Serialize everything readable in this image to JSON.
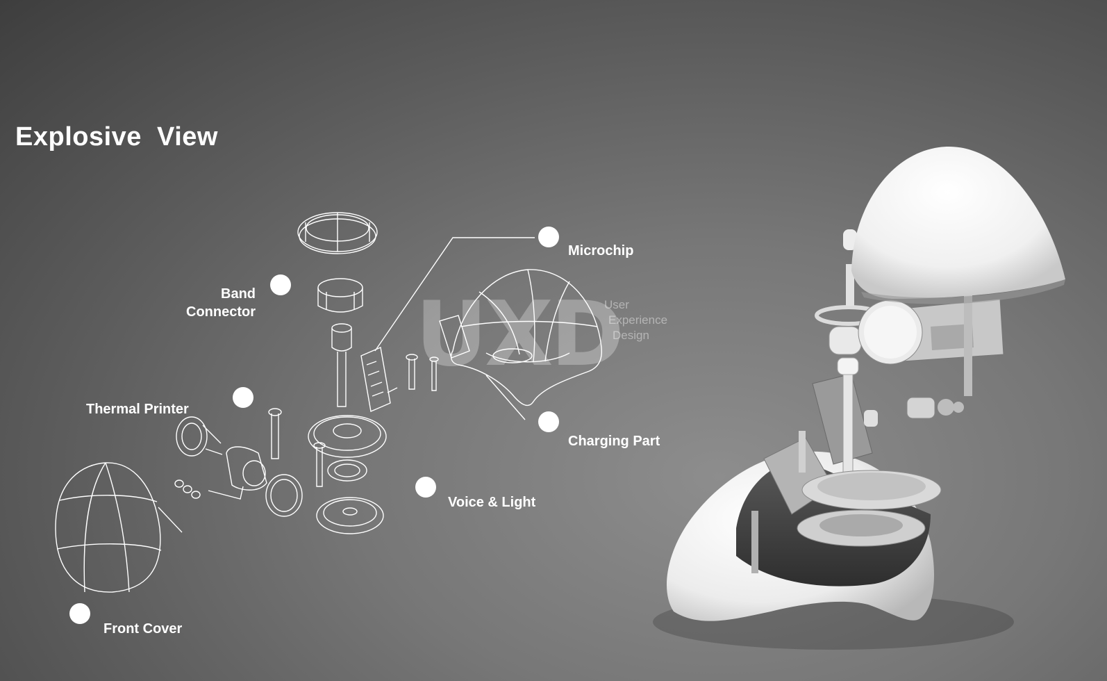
{
  "title": "Explosive  View",
  "labels": {
    "microchip": "Microchip",
    "band_connector_line1": "Band",
    "band_connector_line2": "Connector",
    "thermal_printer": "Thermal Printer",
    "charging_part": "Charging Part",
    "voice_light": "Voice & Light",
    "front_cover": "Front Cover"
  },
  "watermark": {
    "letters": "UXD",
    "line1": "User",
    "line2": "Experience",
    "line3": "Design"
  },
  "colors": {
    "background_dark": "#3e3e3e",
    "background_light": "#8d8d8d",
    "text": "#ffffff",
    "marker": "#ffffff"
  }
}
